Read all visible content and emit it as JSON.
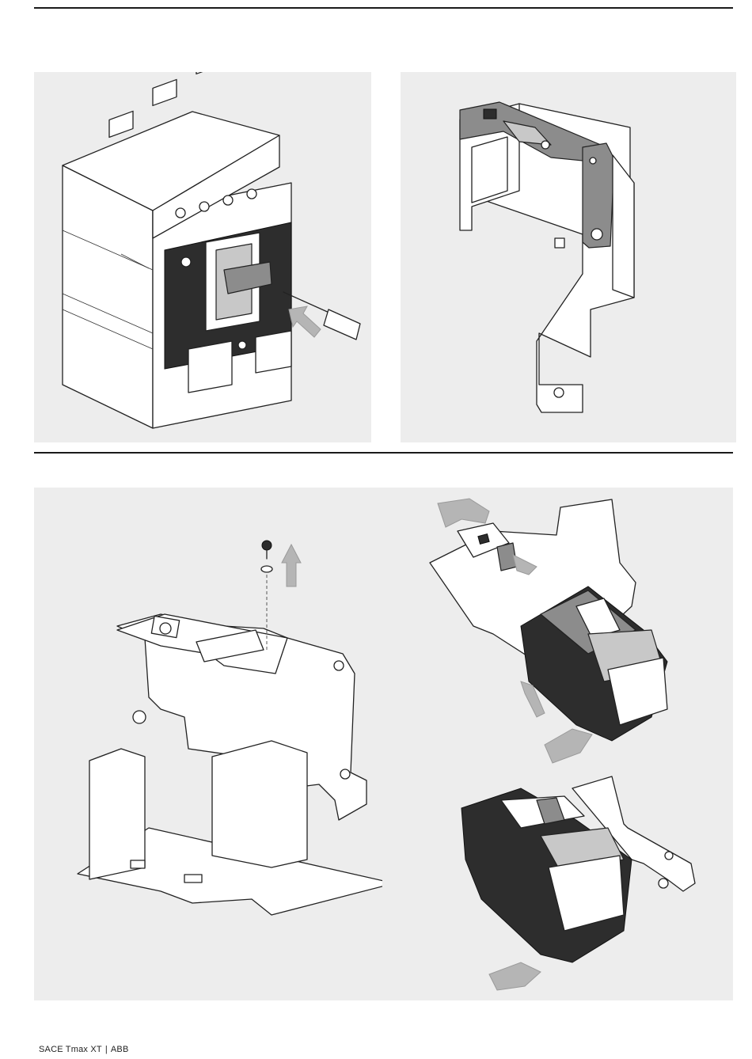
{
  "footer": {
    "product": "SACE Tmax XT",
    "separator": "|",
    "brand": "ABB"
  },
  "colors": {
    "panel_background": "#ededed",
    "rule": "#1a1a1a",
    "arrow": "#b5b5b5",
    "device_dark": "#2d2d2d"
  },
  "figures": [
    {
      "id": "figure-1",
      "depicts": "circuit-breaker-with-screwdriver-icon"
    },
    {
      "id": "figure-2",
      "depicts": "mounting-bracket-icon"
    },
    {
      "id": "figure-3",
      "depicts": "bracket-screw-removal-icon"
    },
    {
      "id": "figure-4",
      "depicts": "breaker-insertion-into-bracket-icon"
    }
  ]
}
